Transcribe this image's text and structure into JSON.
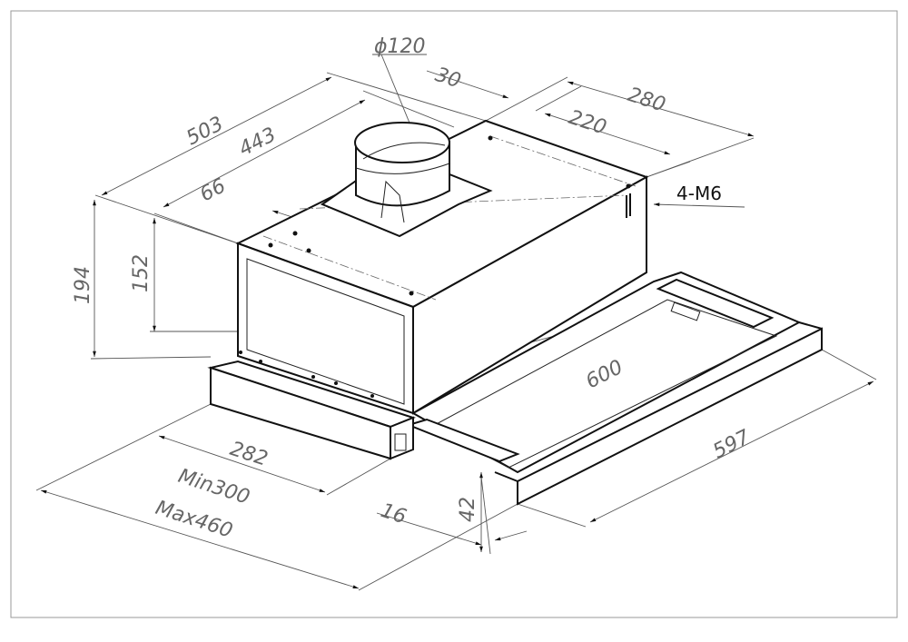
{
  "drawing": {
    "dimensions": {
      "duct_diameter": "ϕ120",
      "duct_offset": "30",
      "depth_total": "280",
      "depth_mount": "220",
      "width_total": "503",
      "width_mount": "443",
      "hole_offset": "66",
      "screw": "4-M6",
      "height_total": "194",
      "height_body": "152",
      "drawer_width": "600",
      "drawer_front_width": "597",
      "base_depth": "282",
      "extension_min": "Min300",
      "extension_max": "Max460",
      "front_thickness": "16",
      "front_height": "42"
    }
  }
}
